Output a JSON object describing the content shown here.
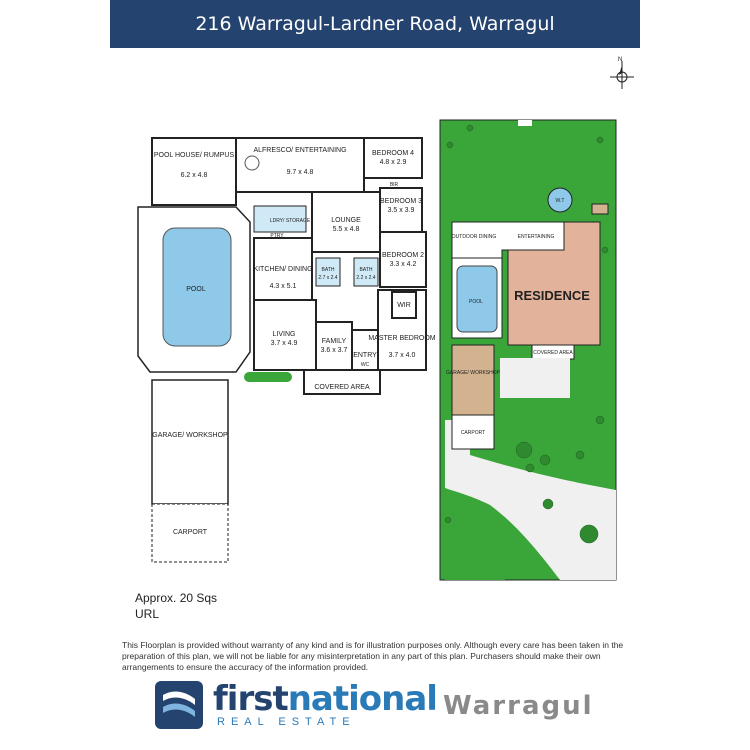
{
  "header": {
    "title": "216 Warragul-Lardner Road, Warragul"
  },
  "compass": {
    "label": "N"
  },
  "floor_plan": {
    "rooms": [
      {
        "name": "POOL HOUSE/ RUMPUS",
        "size": "6.2 x 4.8"
      },
      {
        "name": "ALFRESCO/ ENTERTAINING",
        "size": "9.7 x 4.8"
      },
      {
        "name": "BEDROOM 4",
        "size": "4.8 x 2.9"
      },
      {
        "name": "BEDROOM 3",
        "size": "3.5 x 3.9"
      },
      {
        "name": "LOUNGE",
        "size": "5.5 x 4.8"
      },
      {
        "name": "BEDROOM 2",
        "size": "3.3 x 4.2"
      },
      {
        "name": "KITCHEN/ DINING",
        "size": "4.3 x 5.1"
      },
      {
        "name": "LIVING",
        "size": "3.7 x 4.9"
      },
      {
        "name": "FAMILY",
        "size": "3.6 x 3.7"
      },
      {
        "name": "MASTER BEDROOM",
        "size": "3.7 x 4.0"
      },
      {
        "name": "BATH",
        "size": "2.7 x 2.4"
      },
      {
        "name": "BATH",
        "size": "2.2 x 2.4"
      }
    ],
    "labels": {
      "pool": "POOL",
      "ldry": "LDRY/ STORAGE",
      "ptry": "PTRY",
      "bir": "BIR",
      "wir": "WIR",
      "entry": "ENTRY",
      "wc": "WC",
      "covered_area": "COVERED AREA",
      "garage": "GARAGE/ WORKSHOP",
      "carport": "CARPORT"
    }
  },
  "site_plan": {
    "residence": "RESIDENCE",
    "outdoor_dining": "OUTDOOR DINING",
    "entertaining": "ENTERTAINING",
    "pool": "POOL",
    "covered_area": "COVERED AREA",
    "garage": "GARAGE/ WORKSHOP",
    "carport": "CARPORT",
    "water_tank": "W.T"
  },
  "footer": {
    "area_line1": "Approx. 20 Sqs",
    "area_line2": "URL",
    "disclaimer": "This Floorplan is provided without warranty of any kind and is for illustration purposes only. Although every care has been taken in the preparation of this plan, we will not be liable for any misinterpretation in any part of this plan. Purchasers should make their own arrangements to ensure the accuracy of the information provided.",
    "logo_part1": "first",
    "logo_part2": "national",
    "logo_sub": "REAL ESTATE",
    "logo_town": "Warragul"
  },
  "colors": {
    "header": "#24436e",
    "pool": "#8ec9ea",
    "lawn": "#3aa63a",
    "residence": "#e2b39a",
    "garage": "#d2b28f",
    "paving": "#f0f0f0"
  }
}
